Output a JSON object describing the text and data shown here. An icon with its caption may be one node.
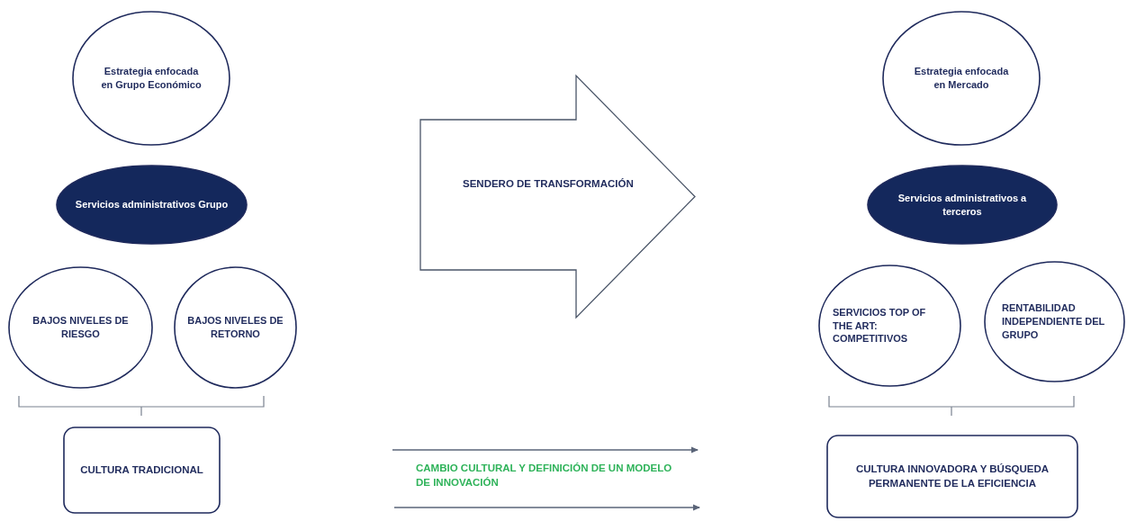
{
  "diagram": {
    "nodes": [
      {
        "text": [
          "Estrategia enfocada en Grupo Económico"
        ]
      },
      {
        "text": [
          "Servicios administrativos Grupo"
        ]
      },
      {
        "text": [
          "BAJOS NIVELES DE RIESGO"
        ]
      },
      {
        "text": [
          "BAJOS NIVELES DE RETORNO"
        ]
      },
      {
        "text": [
          "CULTURA TRADICIONAL"
        ]
      },
      {
        "text": [
          "SENDERO DE TRANSFORMACIÓN"
        ]
      },
      {
        "text": [
          "Estrategia enfocada en Mercado"
        ]
      },
      {
        "text": [
          "Servicios administrativos a terceros"
        ]
      },
      {
        "text": [
          "SERVICIOS TOP OF THE ART: COMPETITIVOS"
        ]
      },
      {
        "text": [
          "RENTABILIDAD INDEPENDIENTE DEL GRUPO"
        ]
      },
      {
        "text": [
          "CULTURA INNOVADORA Y BÚSQUEDA PERMANENTE DE LA EFICIENCIA"
        ]
      }
    ],
    "labels": [
      "CAMBIO CULTURAL Y DEFINICIÓN DE UN MODELO DE INNOVACIÓN"
    ]
  }
}
